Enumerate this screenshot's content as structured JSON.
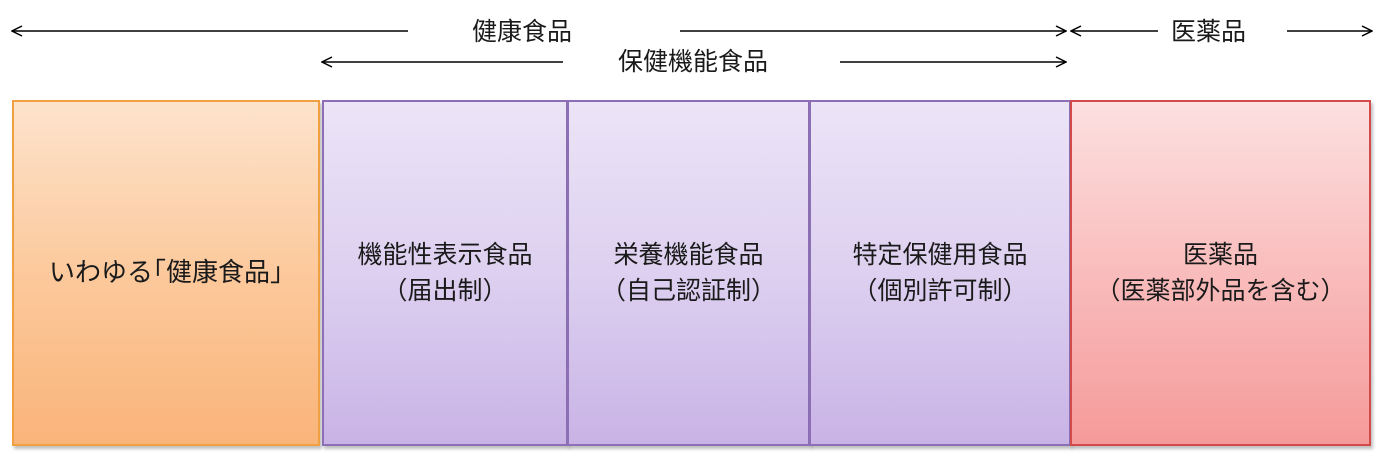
{
  "ranges": {
    "kenko_shokuhin": "健康食品",
    "hoken_kinou_shokuhin": "保健機能食品",
    "iyakuhin": "医薬品"
  },
  "boxes": {
    "iwayuru": {
      "line1": "いわゆる｢健康食品｣",
      "color": "#f9b47a"
    },
    "kinousei": {
      "line1": "機能性表示食品",
      "line2": "（届出制）",
      "color": "#c9b3e6"
    },
    "eiyou": {
      "line1": "栄養機能食品",
      "line2": "（自己認証制）",
      "color": "#c9b3e6"
    },
    "tokutei": {
      "line1": "特定保健用食品",
      "line2": "（個別許可制）",
      "color": "#c9b3e6"
    },
    "iyaku": {
      "line1": "医薬品",
      "line2": "（医薬部外品を含む）",
      "color": "#f59a9a"
    }
  }
}
